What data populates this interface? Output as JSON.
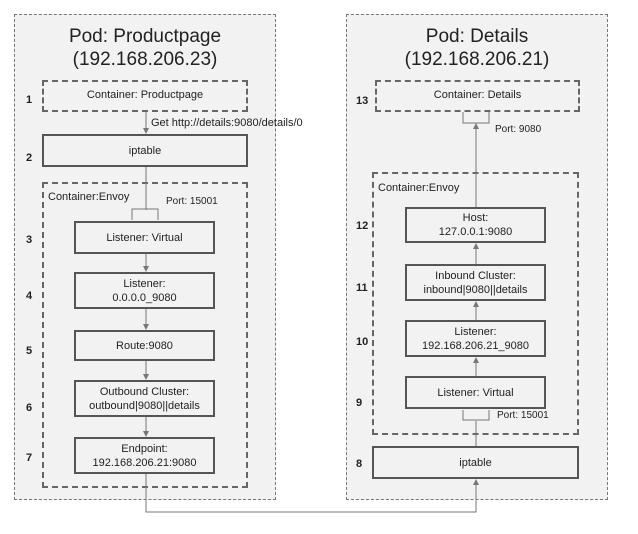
{
  "left_pod": {
    "title": "Pod: Productpage",
    "ip": "(192.168.206.23)",
    "container_label": "Container: Productpage",
    "request_label": "Get http://details:9080/details/0",
    "iptable_label": "iptable",
    "envoy_label": "Container:Envoy",
    "port_label": "Port: 15001",
    "steps": [
      {
        "num": "1",
        "text": "Container: Productpage"
      },
      {
        "num": "2",
        "text": "iptable"
      },
      {
        "num": "3",
        "text": "Listener: Virtual"
      },
      {
        "num": "4",
        "text": "Listener:\n0.0.0.0_9080"
      },
      {
        "num": "5",
        "text": "Route:9080"
      },
      {
        "num": "6",
        "text": "Outbound Cluster:\noutbound|9080||details"
      },
      {
        "num": "7",
        "text": "Endpoint:\n192.168.206.21:9080"
      }
    ]
  },
  "right_pod": {
    "title": "Pod: Details",
    "ip": "(192.168.206.21)",
    "container_label": "Container: Details",
    "container_port_label": "Port: 9080",
    "envoy_label": "Container:Envoy",
    "port_label": "Port: 15001",
    "steps": [
      {
        "num": "13",
        "text": "Container: Details"
      },
      {
        "num": "12",
        "text": "Host:\n127.0.0.1:9080"
      },
      {
        "num": "11",
        "text": "Inbound Cluster:\ninbound|9080||details"
      },
      {
        "num": "10",
        "text": "Listener:\n192.168.206.21_9080"
      },
      {
        "num": "9",
        "text": "Listener: Virtual"
      },
      {
        "num": "8",
        "text": "iptable"
      }
    ]
  },
  "colors": {
    "pod_bg": "#f2f2f2",
    "border": "#555555",
    "arrow": "#777777"
  }
}
